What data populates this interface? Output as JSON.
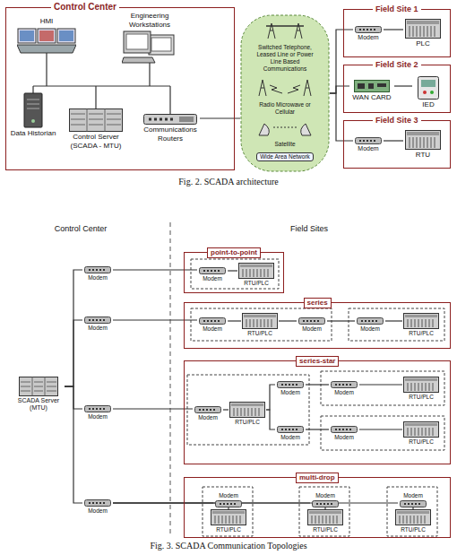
{
  "diagram": {
    "caption": "Fig. 2. SCADA architecture",
    "nodes": [
      {
        "text": [
          "Control Center"
        ]
      },
      {
        "text": [
          "HMI"
        ],
        "in": 0
      },
      {
        "text": [
          "Engineering Workstations"
        ],
        "in": 0
      },
      {
        "text": [
          "Data Historian"
        ],
        "in": 0
      },
      {
        "text": [
          "Control Server (SCADA - MTU)"
        ],
        "in": 0
      },
      {
        "text": [
          "Communications Routers"
        ],
        "in": 0
      },
      {
        "text": [
          "Switched Telephone, Leased Line or Power Line Based Communications",
          "Radio Microwave or Cellular",
          "Satellite",
          "Wide Area Network"
        ]
      },
      {
        "text": [
          "Field Site 1"
        ]
      },
      {
        "text": [
          "Modem"
        ],
        "in": 7
      },
      {
        "text": [
          "PLC"
        ],
        "in": 7
      },
      {
        "text": [
          "Field Site 2"
        ]
      },
      {
        "text": [
          "WAN CARD"
        ],
        "in": 10
      },
      {
        "text": [
          "IED"
        ],
        "in": 10
      },
      {
        "text": [
          "Field Site 3"
        ]
      },
      {
        "text": [
          "Modem"
        ],
        "in": 13
      },
      {
        "text": [
          "RTU"
        ],
        "in": 13
      },
      {
        "text": [
          "SCADA Server (MTU)"
        ]
      },
      {
        "text": [
          "Modem"
        ]
      },
      {
        "text": [
          "Modem"
        ]
      },
      {
        "text": [
          "Modem"
        ]
      },
      {
        "text": [
          "Modem"
        ]
      },
      {
        "text": [
          "point-to-point"
        ]
      },
      {
        "text": [
          "Modem"
        ],
        "in": 21
      },
      {
        "text": [
          "RTU/PLC"
        ],
        "in": 21
      },
      {
        "text": [
          "series"
        ]
      },
      {
        "text": [
          "Modem"
        ],
        "in": 24
      },
      {
        "text": [
          "RTU/PLC"
        ],
        "in": 24
      },
      {
        "text": [
          "Modem"
        ],
        "in": 24
      },
      {
        "text": [
          "Modem"
        ],
        "in": 24
      },
      {
        "text": [
          "RTU/PLC"
        ],
        "in": 24
      },
      {
        "text": [
          "series-star"
        ]
      },
      {
        "text": [
          "Modem"
        ],
        "in": 30
      },
      {
        "text": [
          "RTU/PLC"
        ],
        "in": 30
      },
      {
        "text": [
          "Modem"
        ],
        "in": 30
      },
      {
        "text": [
          "Modem"
        ],
        "in": 30
      },
      {
        "text": [
          "Modem"
        ],
        "in": 30
      },
      {
        "text": [
          "RTU/PLC"
        ],
        "in": 30
      },
      {
        "text": [
          "Modem"
        ],
        "in": 30
      },
      {
        "text": [
          "RTU/PLC"
        ],
        "in": 30
      },
      {
        "text": [
          "multi-drop"
        ]
      },
      {
        "text": [
          "Modem"
        ],
        "in": 39
      },
      {
        "text": [
          "RTU/PLC"
        ],
        "in": 39
      },
      {
        "text": [
          "Modem"
        ],
        "in": 39
      },
      {
        "text": [
          "RTU/PLC"
        ],
        "in": 39
      },
      {
        "text": [
          "Modem"
        ],
        "in": 39
      },
      {
        "text": [
          "RTU/PLC"
        ],
        "in": 39
      }
    ],
    "edges": [
      {
        "from": 5,
        "to": 6,
        "arrow": "none"
      },
      {
        "from": 6,
        "to": 8,
        "arrow": "none"
      },
      {
        "from": 6,
        "to": 11,
        "arrow": "none"
      },
      {
        "from": 6,
        "to": 14,
        "arrow": "none"
      },
      {
        "from": 8,
        "to": 9,
        "arrow": "none"
      },
      {
        "from": 11,
        "to": 12,
        "arrow": "none"
      },
      {
        "from": 14,
        "to": 15,
        "arrow": "none"
      },
      {
        "from": 16,
        "to": 17,
        "arrow": "none"
      },
      {
        "from": 16,
        "to": 18,
        "arrow": "none"
      },
      {
        "from": 16,
        "to": 19,
        "arrow": "none"
      },
      {
        "from": 16,
        "to": 20,
        "arrow": "none"
      },
      {
        "from": 17,
        "to": 22,
        "arrow": "none"
      },
      {
        "from": 22,
        "to": 23,
        "arrow": "none"
      },
      {
        "from": 18,
        "to": 25,
        "arrow": "none"
      },
      {
        "from": 25,
        "to": 26,
        "arrow": "none"
      },
      {
        "from": 26,
        "to": 27,
        "arrow": "none"
      },
      {
        "from": 27,
        "to": 28,
        "arrow": "none"
      },
      {
        "from": 28,
        "to": 29,
        "arrow": "none"
      },
      {
        "from": 19,
        "to": 31,
        "arrow": "none"
      },
      {
        "from": 31,
        "to": 32,
        "arrow": "none"
      },
      {
        "from": 32,
        "to": 33,
        "arrow": "none"
      },
      {
        "from": 32,
        "to": 34,
        "arrow": "none"
      },
      {
        "from": 33,
        "to": 35,
        "arrow": "none"
      },
      {
        "from": 35,
        "to": 36,
        "arrow": "none"
      },
      {
        "from": 34,
        "to": 37,
        "arrow": "none"
      },
      {
        "from": 37,
        "to": 38,
        "arrow": "none"
      },
      {
        "from": 20,
        "to": 40,
        "arrow": "none"
      },
      {
        "from": 20,
        "to": 42,
        "arrow": "none"
      },
      {
        "from": 20,
        "to": 44,
        "arrow": "none"
      },
      {
        "from": 40,
        "to": 41,
        "arrow": "none"
      },
      {
        "from": 42,
        "to": 43,
        "arrow": "none"
      },
      {
        "from": 44,
        "to": 45,
        "arrow": "none"
      }
    ],
    "labels": [
      "Control Center",
      "Field Sites",
      "Fig. 3. SCADA Communication Topologies"
    ]
  }
}
